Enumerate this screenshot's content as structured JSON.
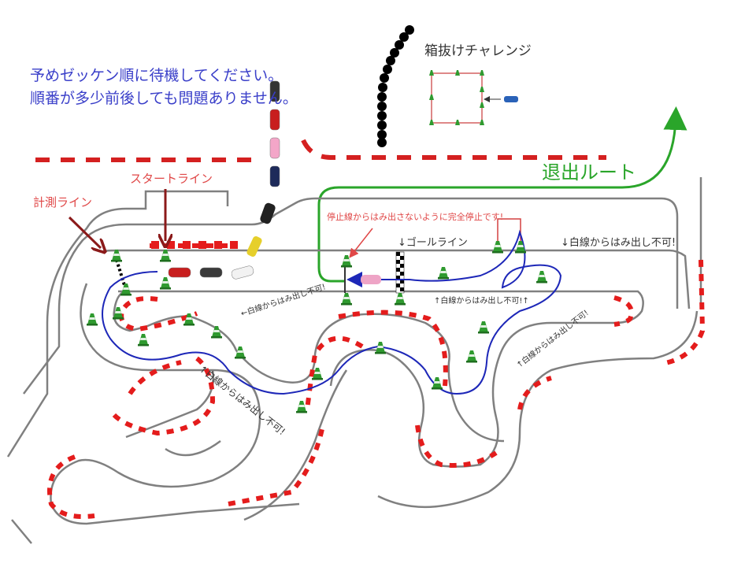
{
  "notice": {
    "line1": "予めゼッケン順に待機してください。",
    "line2": "順番が多少前後しても問題ありません。"
  },
  "labels": {
    "box_challenge": "箱抜けチャレンジ",
    "exit_route": "退出ルート",
    "start_line": "スタートライン",
    "timing_line": "計測ライン",
    "stop_instruction": "停止線からはみ出さないように完全停止です!",
    "goal_line": "↓ゴールライン",
    "warn_right_top": "↓白線からはみ出し不可!",
    "warn_straight_bottom": "↑白線からはみ出し不可!↑",
    "warn_left_diag": "←白線からはみ出し不可!",
    "warn_hairpin_left": "↑白線からはみ出し不可!",
    "warn_hairpin_right": "↑白線からはみ出し不可!"
  },
  "colors": {
    "track_line": "#808080",
    "curb": "#e41c1c",
    "driving_line": "#1d27b8",
    "exit_route": "#2aa52a",
    "cone": "#2f9a2f",
    "arrow_dark_red": "#8b1a1a",
    "notice_text": "#3a3fc9",
    "label_red": "#e04848"
  },
  "waiting_cars": [
    {
      "color": "#333333"
    },
    {
      "color": "#c81e1e"
    },
    {
      "color": "#f3a6c8"
    },
    {
      "color": "#1d2a5a"
    }
  ],
  "start_grid_cars": [
    {
      "color": "#c81e1e"
    },
    {
      "color": "#3a3a3a"
    },
    {
      "color": "#f2f2f2"
    }
  ],
  "icons": [
    "traffic-cone-icon",
    "car-icon",
    "arrow-icon",
    "checkered-flag-line"
  ]
}
